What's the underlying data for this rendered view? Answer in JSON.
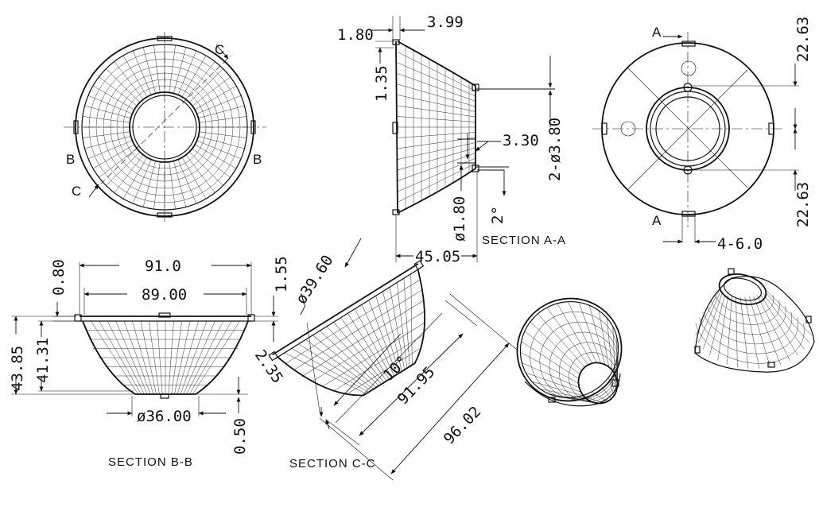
{
  "labels": {
    "section_aa": "SECTION A-A",
    "section_bb": "SECTION B-B",
    "section_cc": "SECTION C-C",
    "mark_a": "A",
    "mark_b": "B",
    "mark_c": "C"
  },
  "dimensions": {
    "d_1_80_top": "1.80",
    "d_3_99": "3.99",
    "d_1_35": "1.35",
    "d_2_d3_80": "2-ø3.80",
    "d_3_30": "3.30",
    "d_2_deg": "2°",
    "d_dia_1_80": "ø1.80",
    "d_45_05": "45.05",
    "d_22_63_top": "22.63",
    "d_22_63_bot": "22.63",
    "d_4_6_0": "4-6.0",
    "d_0_80": "0.80",
    "d_91_0": "91.0",
    "d_89_00": "89.00",
    "d_1_55": "1.55",
    "d_43_85": "43.85",
    "d_41_31": "41.31",
    "d_36_00": "ø36.00",
    "d_0_50": "0.50",
    "d_39_60": "ø39.60",
    "d_2_35": "2.35",
    "d_10_deg": "10°",
    "d_91_95": "91.95",
    "d_96_02": "96.02"
  }
}
